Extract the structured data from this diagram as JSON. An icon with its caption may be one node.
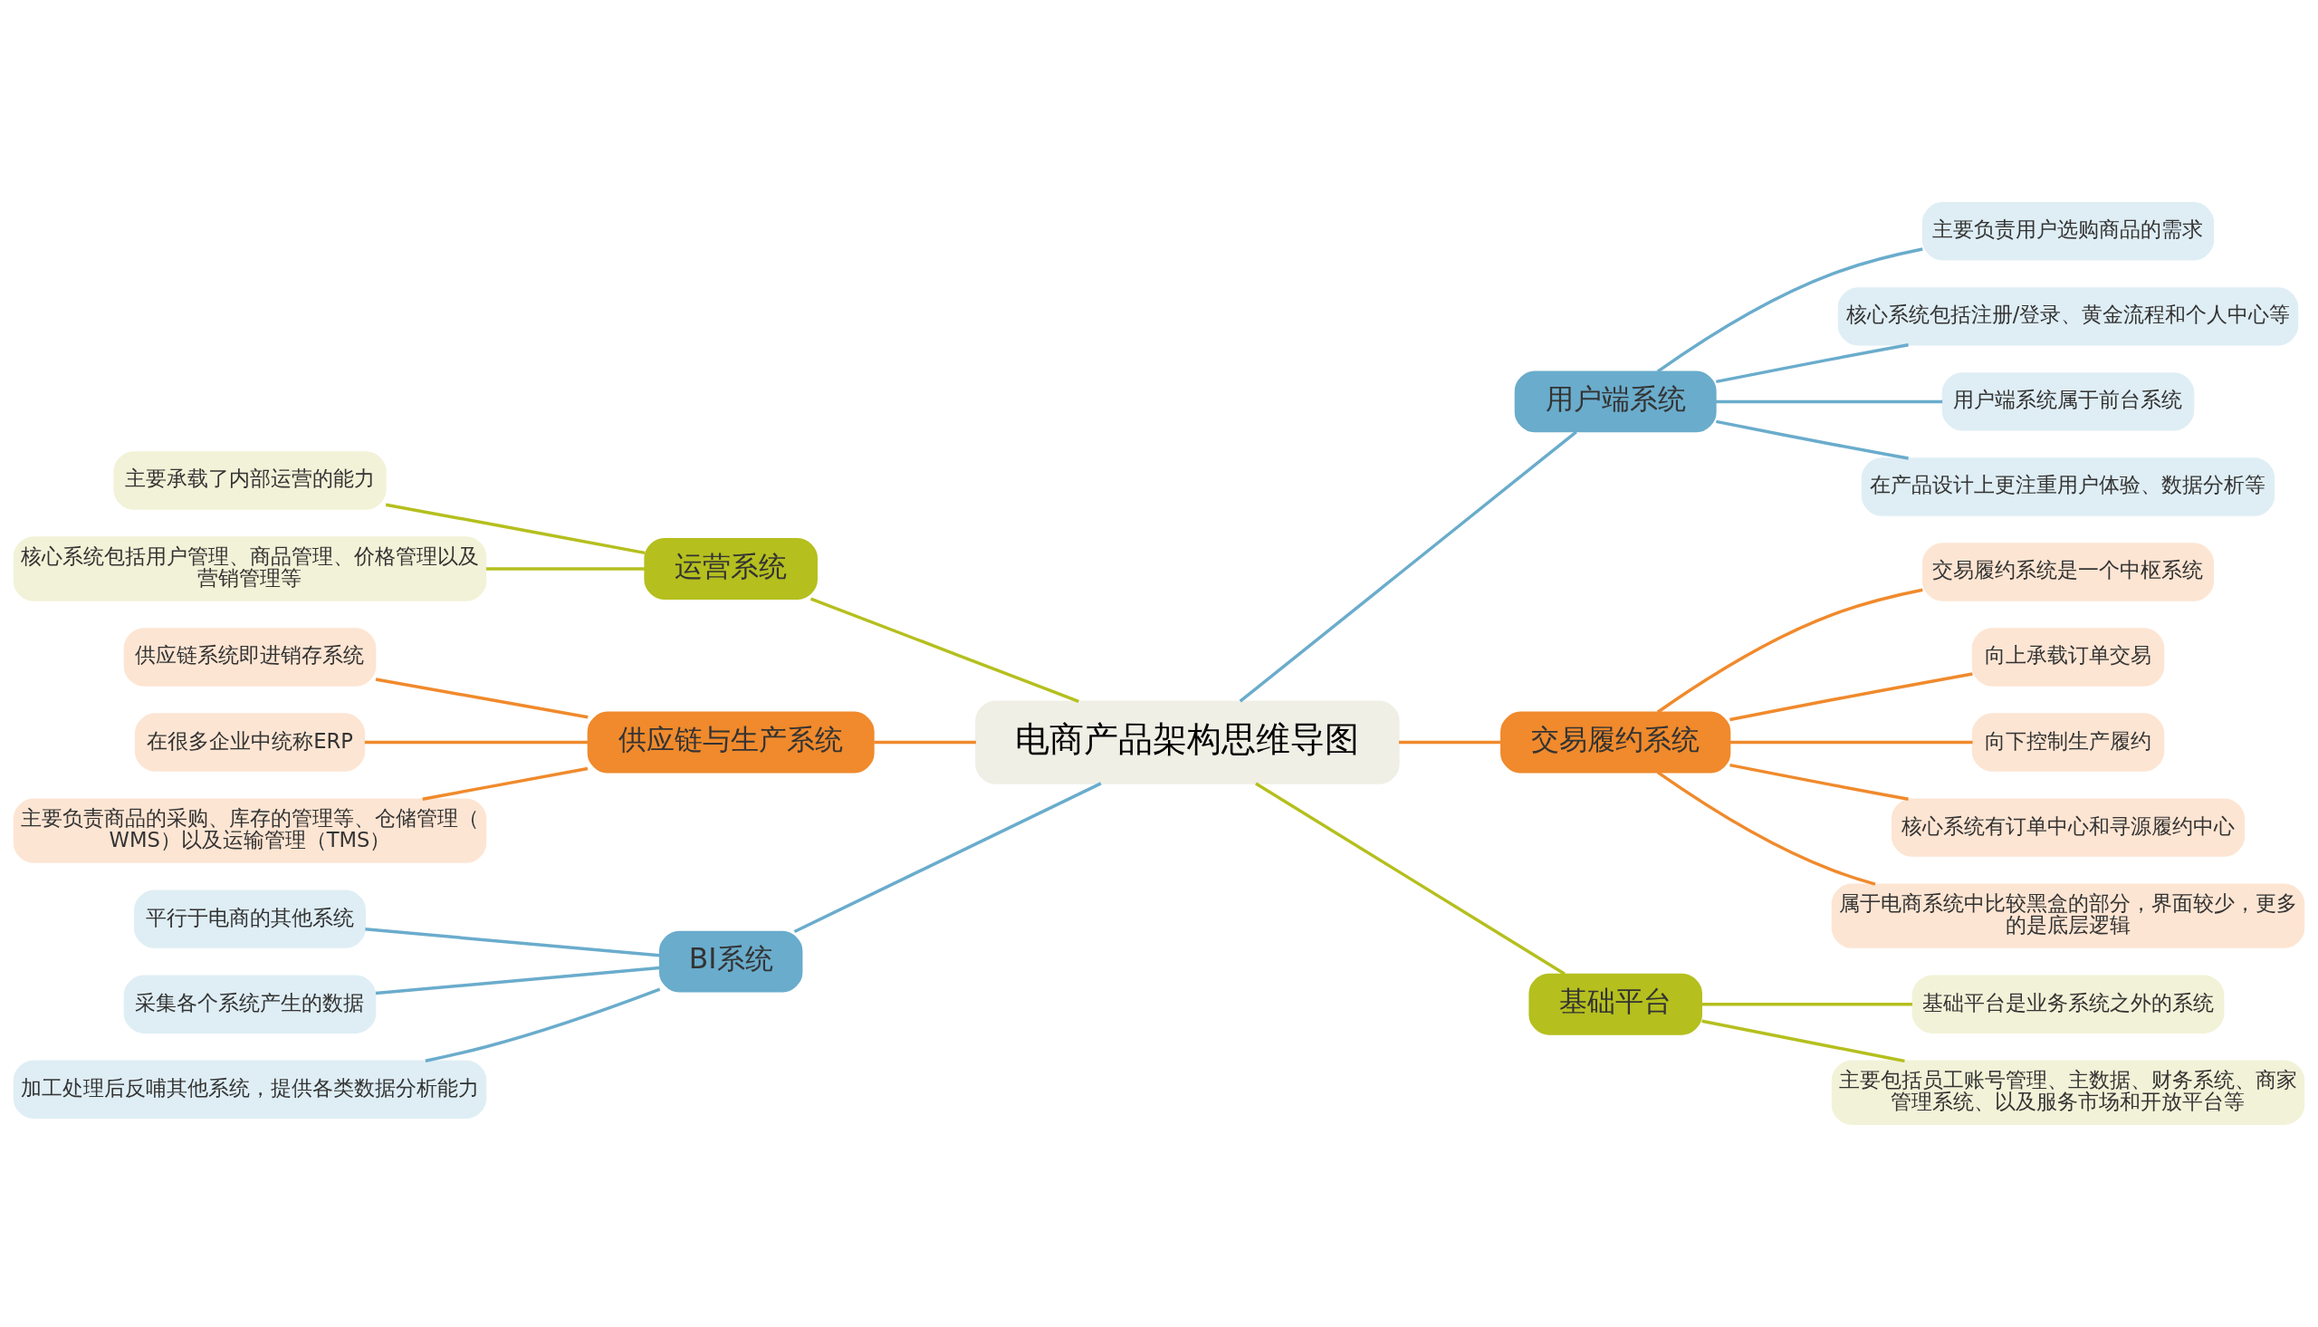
{
  "diagram": {
    "nodes": [
      {
        "text": [
          "电商产品架构思维导图"
        ]
      },
      {
        "text": [
          "用户端系统"
        ]
      },
      {
        "text": [
          "主要负责用户选购商品的需求"
        ]
      },
      {
        "text": [
          "核心系统包括注册/登录、黄金流程和个人中心等"
        ]
      },
      {
        "text": [
          "用户端系统属于前台系统"
        ]
      },
      {
        "text": [
          "在产品设计上更注重用户体验、数据分析等"
        ]
      },
      {
        "text": [
          "交易履约系统"
        ]
      },
      {
        "text": [
          "交易履约系统是一个中枢系统"
        ]
      },
      {
        "text": [
          "向上承载订单交易"
        ]
      },
      {
        "text": [
          "向下控制生产履约"
        ]
      },
      {
        "text": [
          "核心系统有订单中心和寻源履约中心"
        ]
      },
      {
        "text": [
          "属于电商系统中比较黑盒的部分，界面较少，更多的是底层逻辑"
        ]
      },
      {
        "text": [
          "基础平台"
        ]
      },
      {
        "text": [
          "基础平台是业务系统之外的系统"
        ]
      },
      {
        "text": [
          "主要包括员工账号管理、主数据、财务系统、商家管理系统、以及服务市场和开放平台等"
        ]
      },
      {
        "text": [
          "运营系统"
        ]
      },
      {
        "text": [
          "主要承载了内部运营的能力"
        ]
      },
      {
        "text": [
          "核心系统包括用户管理、商品管理、价格管理以及营销管理等"
        ]
      },
      {
        "text": [
          "供应链与生产系统"
        ]
      },
      {
        "text": [
          "供应链系统即进销存系统"
        ]
      },
      {
        "text": [
          "在很多企业中统称ERP"
        ]
      },
      {
        "text": [
          "主要负责商品的采购、库存的管理等、仓储管理（WMS）以及运输管理（TMS）"
        ]
      },
      {
        "text": [
          "BI系统"
        ]
      },
      {
        "text": [
          "平行于电商的其他系统"
        ]
      },
      {
        "text": [
          "采集各个系统产生的数据"
        ]
      },
      {
        "text": [
          "加工处理后反哺其他系统，提供各类数据分析能力"
        ]
      }
    ],
    "edges": [
      {
        "from": 0,
        "to": 1,
        "arrow": "none",
        "color": "#6aaccc"
      },
      {
        "from": 1,
        "to": 2,
        "arrow": "none",
        "color": "#6aaccc"
      },
      {
        "from": 1,
        "to": 3,
        "arrow": "none",
        "color": "#6aaccc"
      },
      {
        "from": 1,
        "to": 4,
        "arrow": "none",
        "color": "#6aaccc"
      },
      {
        "from": 1,
        "to": 5,
        "arrow": "none",
        "color": "#6aaccc"
      },
      {
        "from": 0,
        "to": 6,
        "arrow": "none"
      },
      {
        "from": 6,
        "to": 7,
        "arrow": "none"
      },
      {
        "from": 6,
        "to": 8,
        "arrow": "none"
      },
      {
        "from": 6,
        "to": 9,
        "arrow": "none"
      },
      {
        "from": 6,
        "to": 10,
        "arrow": "none"
      },
      {
        "from": 6,
        "to": 11,
        "arrow": "none"
      },
      {
        "from": 0,
        "to": 12,
        "arrow": "none",
        "color": "#b5bf1e"
      },
      {
        "from": 12,
        "to": 13,
        "arrow": "none",
        "color": "#b5bf1e"
      },
      {
        "from": 12,
        "to": 14,
        "arrow": "none",
        "color": "#b5bf1e"
      },
      {
        "from": 0,
        "to": 15,
        "arrow": "none",
        "color": "#b5bf1e"
      },
      {
        "from": 15,
        "to": 16,
        "arrow": "none",
        "color": "#b5bf1e"
      },
      {
        "from": 15,
        "to": 17,
        "arrow": "none",
        "color": "#b5bf1e"
      },
      {
        "from": 0,
        "to": 18,
        "arrow": "none"
      },
      {
        "from": 18,
        "to": 19,
        "arrow": "none"
      },
      {
        "from": 18,
        "to": 20,
        "arrow": "none"
      },
      {
        "from": 18,
        "to": 21,
        "arrow": "none"
      },
      {
        "from": 0,
        "to": 22,
        "arrow": "none",
        "color": "#6aaccc"
      },
      {
        "from": 22,
        "to": 23,
        "arrow": "none",
        "color": "#6aaccc"
      },
      {
        "from": 22,
        "to": 24,
        "arrow": "none",
        "color": "#6aaccc"
      },
      {
        "from": 22,
        "to": 25,
        "arrow": "none",
        "color": "#6aaccc"
      }
    ]
  }
}
